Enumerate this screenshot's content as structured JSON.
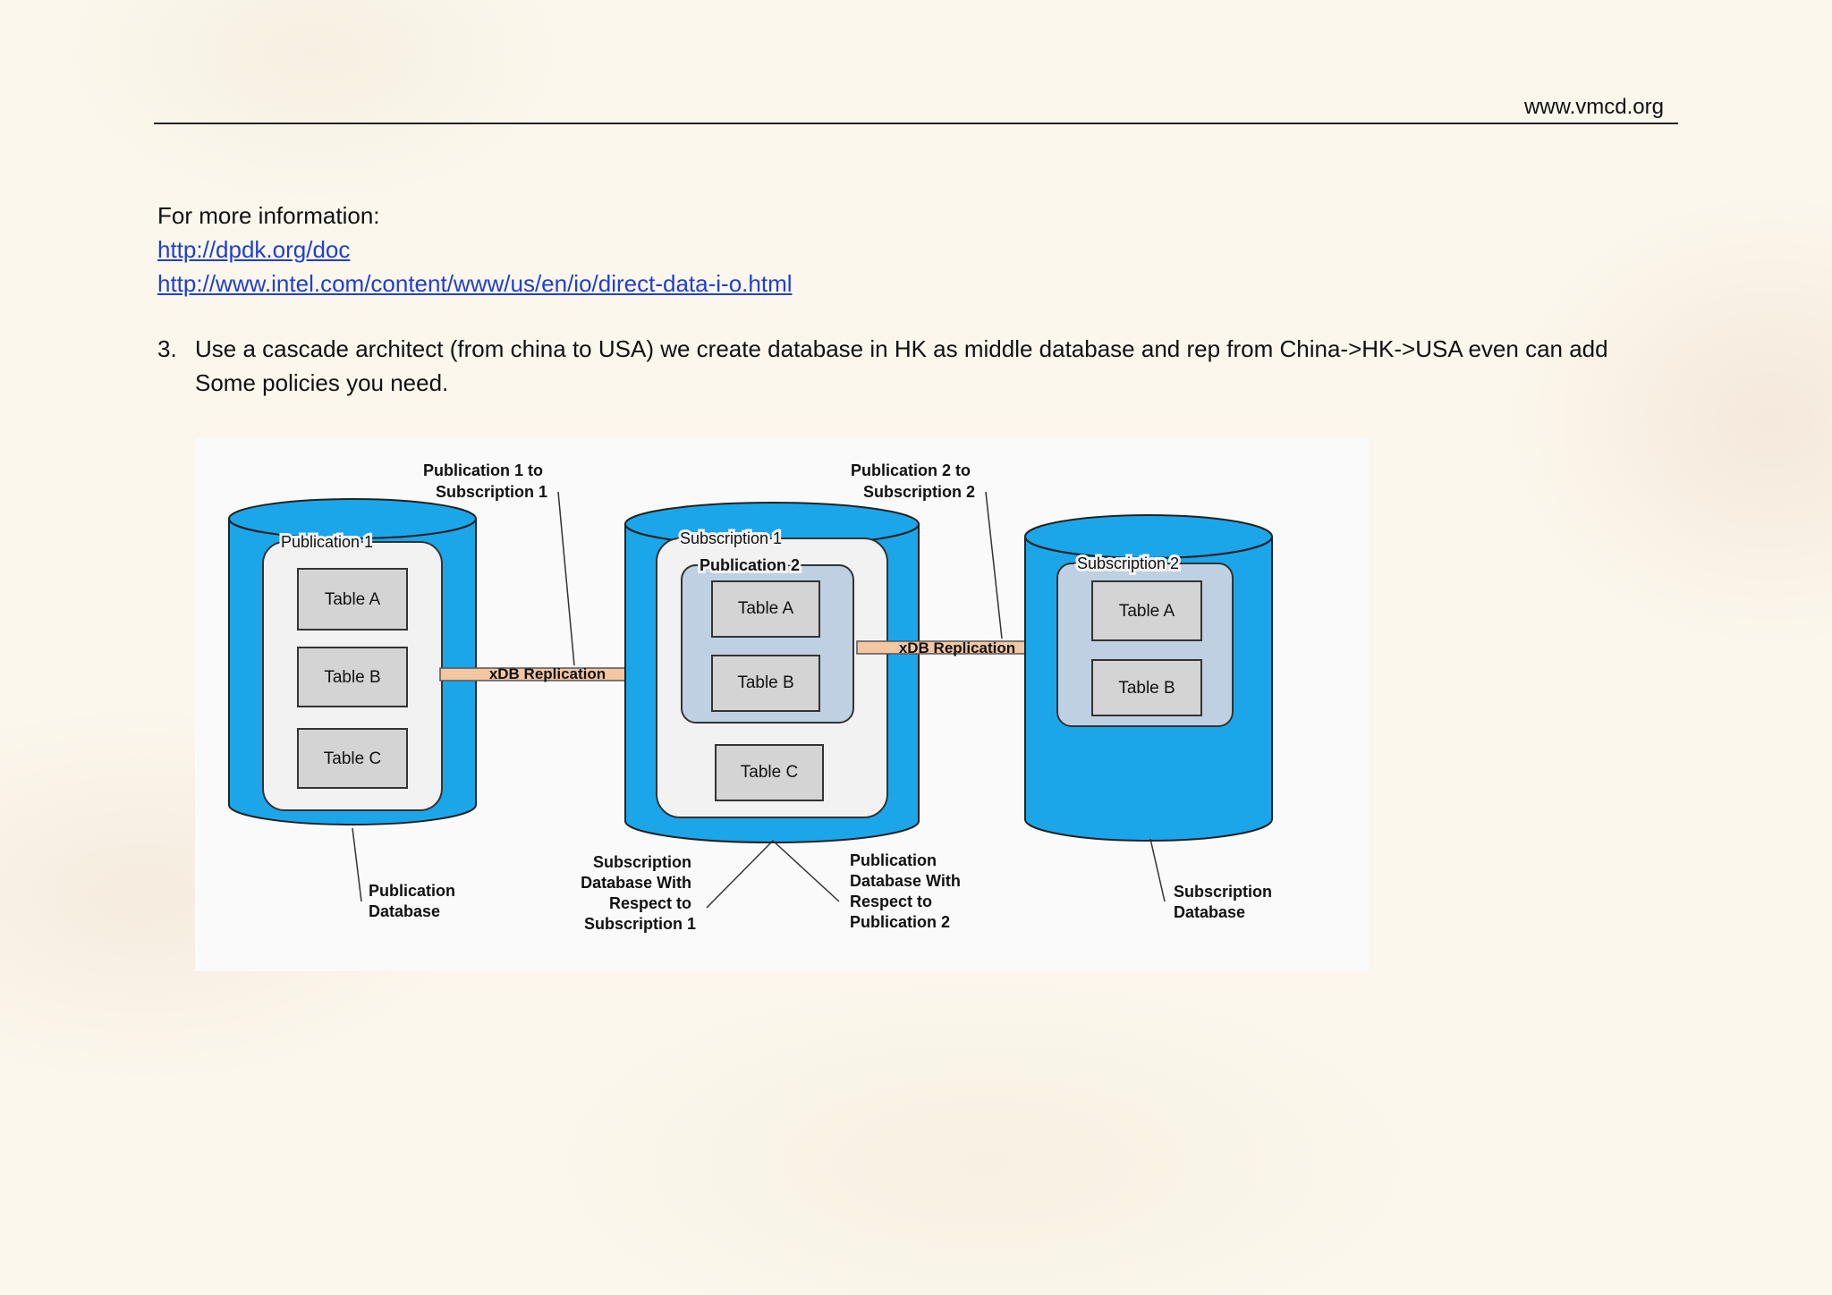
{
  "header": {
    "url": "www.vmcd.org"
  },
  "info": {
    "heading": "For more information:",
    "links": [
      "http://dpdk.org/doc",
      "http://www.intel.com/content/www/us/en/io/direct-data-i-o.html"
    ]
  },
  "item": {
    "number": "3.",
    "line1": "Use a cascade architect (from china to USA) we create database in HK as middle database and rep from China->HK->USA even can add",
    "line2": "Some policies you need."
  },
  "diagram": {
    "colors": {
      "cylinder": "#1ba6ea",
      "box": "#d4d4d4",
      "pub2_box": "#bfd0e3",
      "inner_panel": "#f2f2f2",
      "arrow": "#f4c7a3"
    },
    "db1": {
      "callout": "Publication Database",
      "callout_lines": [
        "Publication",
        "Database"
      ],
      "group": "Publication 1",
      "tables": [
        "Table A",
        "Table B",
        "Table C"
      ]
    },
    "db2": {
      "group": "Subscription 1",
      "subgroup": "Publication 2",
      "tables": [
        "Table A",
        "Table B"
      ],
      "extra_table": "Table C",
      "callout_left_lines": [
        "Subscription",
        "Database With",
        "Respect to",
        "Subscription 1"
      ],
      "callout_right_lines": [
        "Publication",
        "Database With",
        "Respect to",
        "Publication 2"
      ]
    },
    "db3": {
      "group": "Subscription 2",
      "tables": [
        "Table A",
        "Table B"
      ],
      "callout_lines": [
        "Subscription",
        "Database"
      ]
    },
    "arrow1": {
      "label": "xDB Replication",
      "top_lines": [
        "Publication 1 to",
        "Subscription 1"
      ]
    },
    "arrow2": {
      "label": "xDB Replication",
      "top_lines": [
        "Publication 2 to",
        "Subscription 2"
      ]
    }
  }
}
